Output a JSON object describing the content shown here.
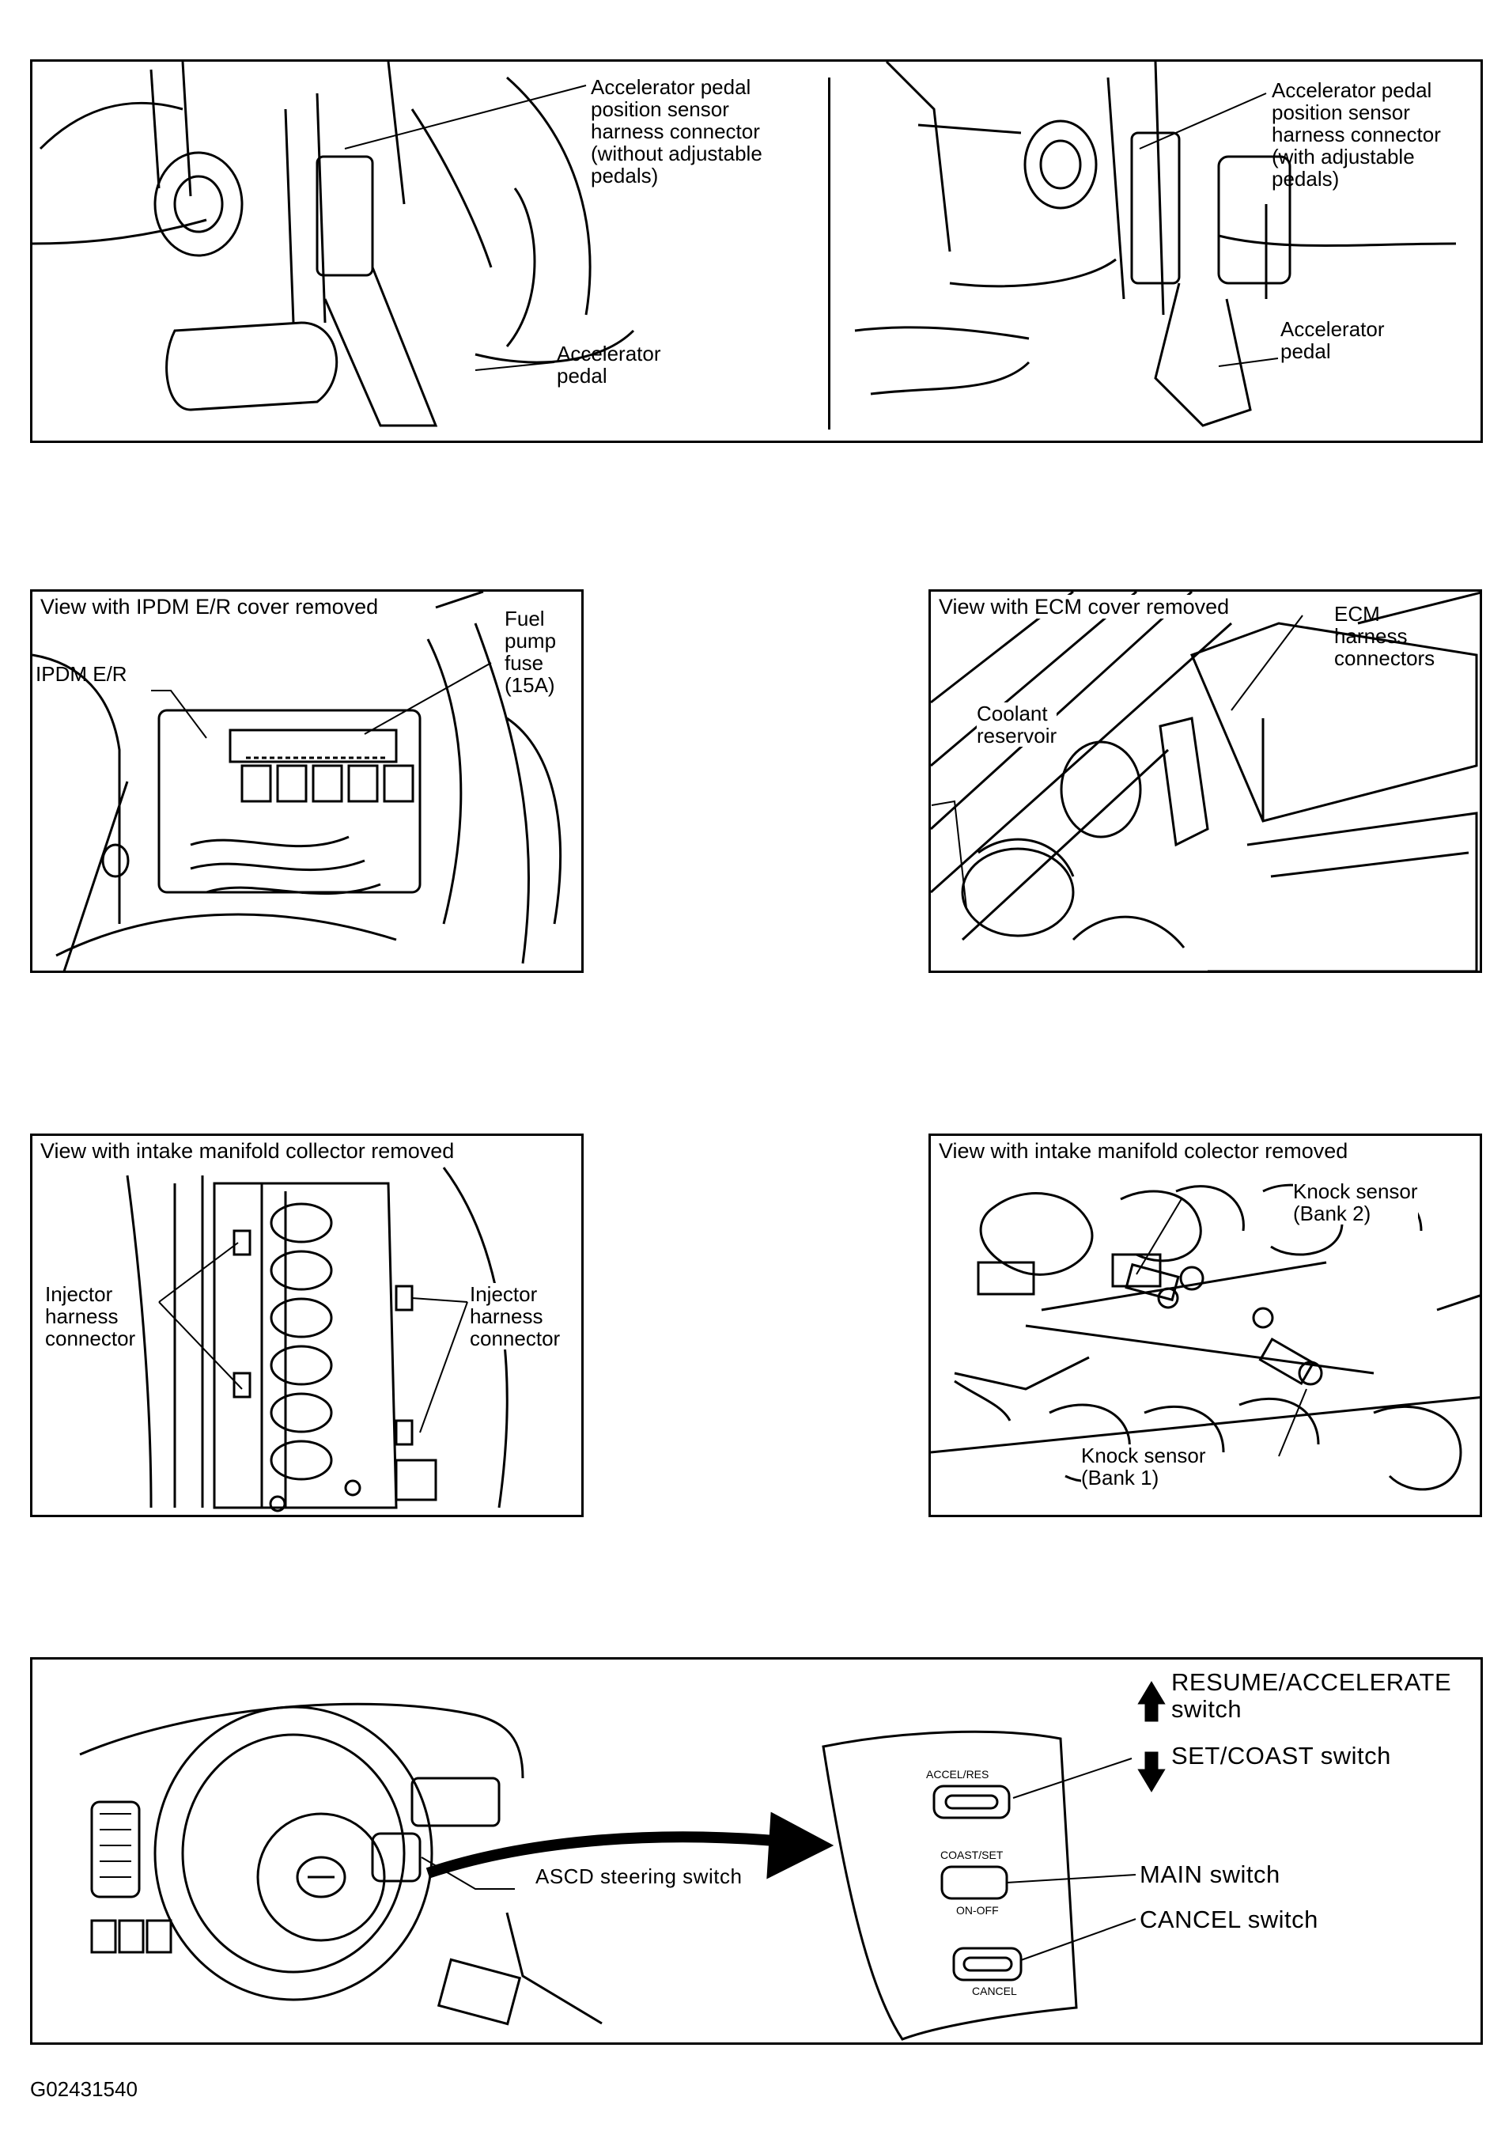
{
  "figure_id": "G02431540",
  "panel_accel_no_adj": {
    "connector_label": "Accelerator pedal\nposition sensor\nharness connector\n(without adjustable\npedals)",
    "pedal_label": "Accelerator\npedal"
  },
  "panel_accel_adj": {
    "connector_label": "Accelerator pedal\nposition sensor\nharness connector\n(with adjustable\npedals)",
    "pedal_label": "Accelerator\npedal"
  },
  "panel_ipdm": {
    "title": "View with IPDM E/R cover removed",
    "fuse_label": "Fuel\npump\nfuse\n(15A)",
    "ipdm_label": "IPDM E/R"
  },
  "panel_ecm": {
    "title": "View with ECM cover removed",
    "ecm_label": "ECM\nharness\nconnectors",
    "coolant_label": "Coolant\nreservoir"
  },
  "panel_injector": {
    "title": "View with intake manifold collector removed",
    "left_label": "Injector\nharness\nconnector",
    "right_label": "Injector\nharness\nconnector"
  },
  "panel_knock": {
    "title": "View with intake manifold colector removed",
    "bank2_label": "Knock sensor\n(Bank 2)",
    "bank1_label": "Knock sensor\n(Bank 1)"
  },
  "panel_ascd": {
    "steering_switch_label": "ASCD steering switch",
    "resume_label": "RESUME/ACCELERATE\nswitch",
    "set_label": "SET/COAST switch",
    "main_label": "MAIN switch",
    "cancel_label": "CANCEL switch",
    "btn_accel_res": "ACCEL/RES",
    "btn_coast_set": "COAST/SET",
    "btn_on_off": "ON-OFF",
    "btn_cancel": "CANCEL"
  }
}
